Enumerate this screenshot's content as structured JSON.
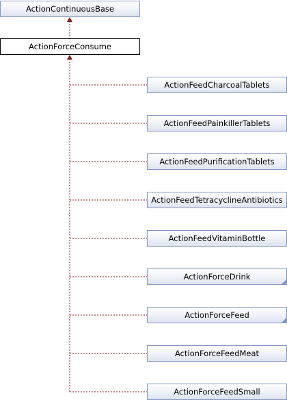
{
  "diagram": {
    "base_class": "ActionContinuousBase",
    "current_class": "ActionForceConsume",
    "derived_classes": [
      "ActionFeedCharcoalTablets",
      "ActionFeedPainkillerTablets",
      "ActionFeedPurificationTablets",
      "ActionFeedTetracyclineAntibiotics",
      "ActionFeedVitaminBottle",
      "ActionForceDrink",
      "ActionForceFeed",
      "ActionForceFeedMeat",
      "ActionForceFeedSmall"
    ],
    "colors": {
      "edge": "#8b1a1a",
      "node_border": "#8497c1",
      "current_border": "#000000"
    }
  }
}
